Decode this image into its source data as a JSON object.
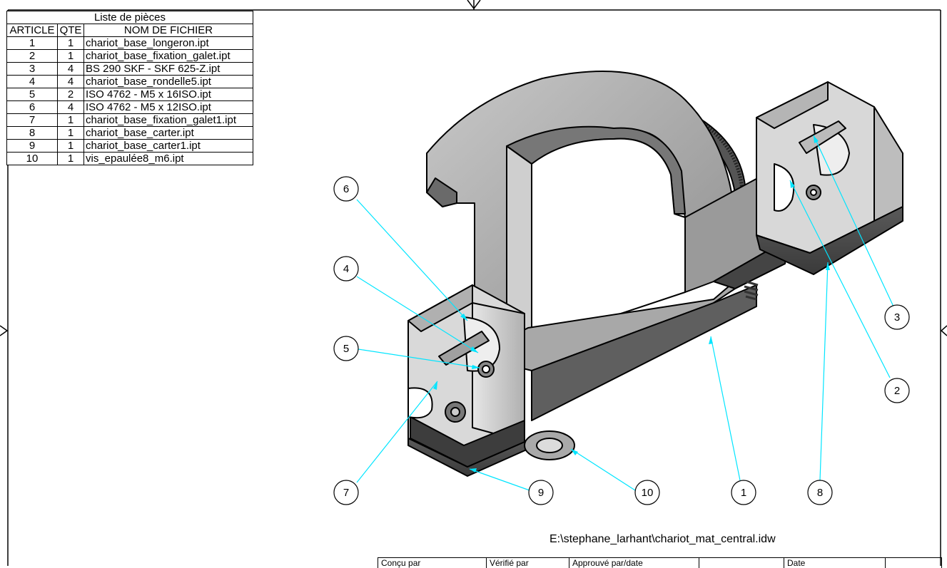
{
  "parts_list": {
    "title": "Liste de pièces",
    "headers": [
      "ARTICLE",
      "QTE",
      "NOM DE FICHIER"
    ],
    "rows": [
      {
        "article": "1",
        "qte": "1",
        "file": "chariot_base_longeron.ipt"
      },
      {
        "article": "2",
        "qte": "1",
        "file": "chariot_base_fixation_galet.ipt"
      },
      {
        "article": "3",
        "qte": "4",
        "file": "BS 290 SKF - SKF 625-Z.ipt"
      },
      {
        "article": "4",
        "qte": "4",
        "file": "chariot_base_rondelle5.ipt"
      },
      {
        "article": "5",
        "qte": "2",
        "file": "ISO 4762 - M5 x 16ISO.ipt"
      },
      {
        "article": "6",
        "qte": "4",
        "file": "ISO 4762 - M5 x 12ISO.ipt"
      },
      {
        "article": "7",
        "qte": "1",
        "file": "chariot_base_fixation_galet1.ipt"
      },
      {
        "article": "8",
        "qte": "1",
        "file": "chariot_base_carter.ipt"
      },
      {
        "article": "9",
        "qte": "1",
        "file": "chariot_base_carter1.ipt"
      },
      {
        "article": "10",
        "qte": "1",
        "file": "vis_epaulée8_m6.ipt"
      }
    ]
  },
  "balloons": [
    "6",
    "4",
    "5",
    "7",
    "9",
    "10",
    "1",
    "8",
    "2",
    "3"
  ],
  "file_path": "E:\\stephane_larhant\\chariot_mat_central.idw",
  "title_block": {
    "concu_par": "Conçu par",
    "verifie_par": "Vérifié par",
    "approuve_par": "Approuvé par/date",
    "date": "Date"
  },
  "colors": {
    "leader_line": "#00e5ff",
    "border": "#000000",
    "part_gray": "#9a9a9a"
  }
}
